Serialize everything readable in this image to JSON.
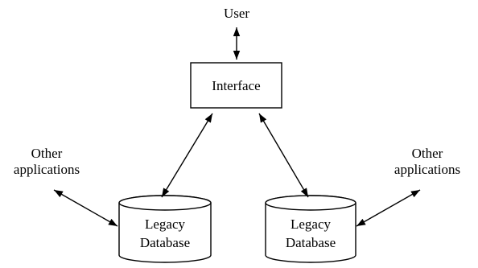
{
  "nodes": {
    "user": {
      "label": "User"
    },
    "interface": {
      "label": "Interface"
    },
    "db_left": {
      "line1": "Legacy",
      "line2": "Database"
    },
    "db_right": {
      "line1": "Legacy",
      "line2": "Database"
    },
    "other_left": {
      "line1": "Other",
      "line2": "applications"
    },
    "other_right": {
      "line1": "Other",
      "line2": "applications"
    }
  },
  "connections": [
    {
      "from": "user",
      "to": "interface",
      "bidirectional": true
    },
    {
      "from": "interface",
      "to": "db_left",
      "bidirectional": true
    },
    {
      "from": "interface",
      "to": "db_right",
      "bidirectional": true
    },
    {
      "from": "other_left",
      "to": "db_left",
      "bidirectional": true
    },
    {
      "from": "other_right",
      "to": "db_right",
      "bidirectional": true
    }
  ]
}
